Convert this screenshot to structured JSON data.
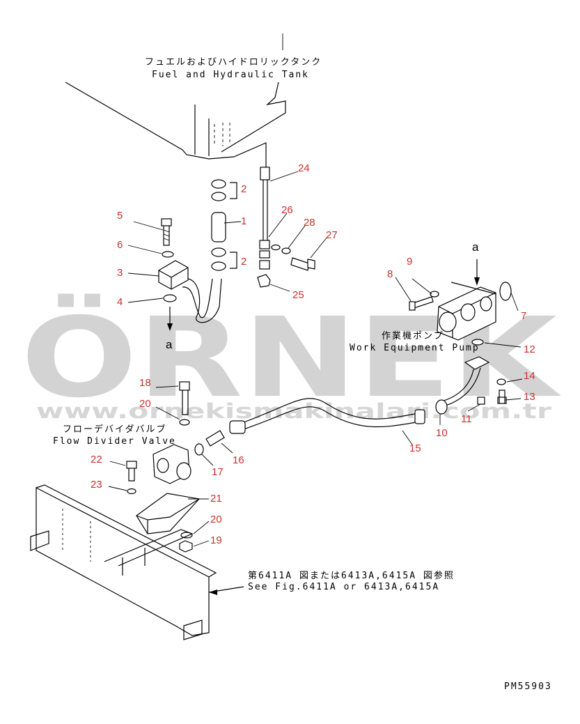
{
  "tank": {
    "label_jp": "フュエルおよびハイドロリックタンク",
    "label_en": "Fuel and Hydraulic Tank"
  },
  "pump": {
    "label_jp": "作業機ポンプ",
    "label_en": "Work Equipment Pump"
  },
  "valve": {
    "label_jp": "フローデバイダバルブ",
    "label_en": "Flow Divider Valve"
  },
  "reference": {
    "label_jp": "第6411A 図または6413A,6415A 図参照",
    "label_en": "See Fig.6411A or 6413A,6415A"
  },
  "view_marker": "a",
  "drawing_code": "PM55903",
  "watermark": {
    "brand": "ÖRNEK",
    "url": "www.ornekismakinalari.com.tr"
  },
  "colors": {
    "callout": "#c9302c",
    "watermark_grey": "#d3d3d3",
    "watermark_gold": "#e8c66a",
    "line": "#000000"
  },
  "callouts": {
    "n1": "1",
    "n2a": "2",
    "n2b": "2",
    "n3": "3",
    "n4": "4",
    "n5": "5",
    "n6": "6",
    "n7": "7",
    "n8": "8",
    "n9": "9",
    "n10": "10",
    "n11": "11",
    "n12": "12",
    "n13": "13",
    "n14": "14",
    "n15": "15",
    "n16": "16",
    "n17": "17",
    "n18": "18",
    "n19": "19",
    "n20a": "20",
    "n20b": "20",
    "n21": "21",
    "n22": "22",
    "n23": "23",
    "n24": "24",
    "n25": "25",
    "n26": "26",
    "n27": "27",
    "n28": "28"
  }
}
